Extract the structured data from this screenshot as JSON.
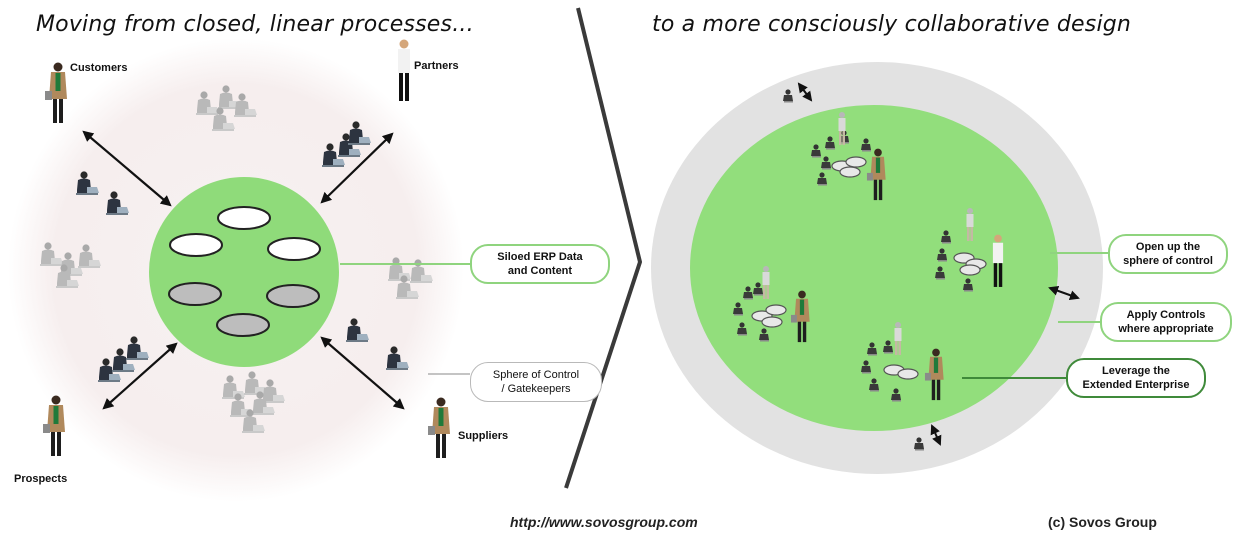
{
  "left": {
    "heading": "Moving from closed, linear processes...",
    "actors": {
      "customers": "Customers",
      "partners": "Partners",
      "prospects": "Prospects",
      "suppliers": "Suppliers"
    },
    "callouts": {
      "siloed": "Siloed ERP Data\nand Content",
      "sphere": "Sphere of Control\n/ Gatekeepers"
    }
  },
  "right": {
    "heading": "to a more consciously collaborative design",
    "callouts": {
      "open": "Open up the\nsphere of control",
      "controls": "Apply Controls\nwhere appropriate",
      "leverage": "Leverage the\nExtended Enterprise"
    }
  },
  "footer": {
    "url": "http://www.sovosgroup.com",
    "copyright": "(c) Sovos Group"
  },
  "colors": {
    "sphere_green": "#8fdb7a",
    "halo": "#f6eeee",
    "ring_gray": "#e2e2e2",
    "divider": "#3a3a3a"
  }
}
